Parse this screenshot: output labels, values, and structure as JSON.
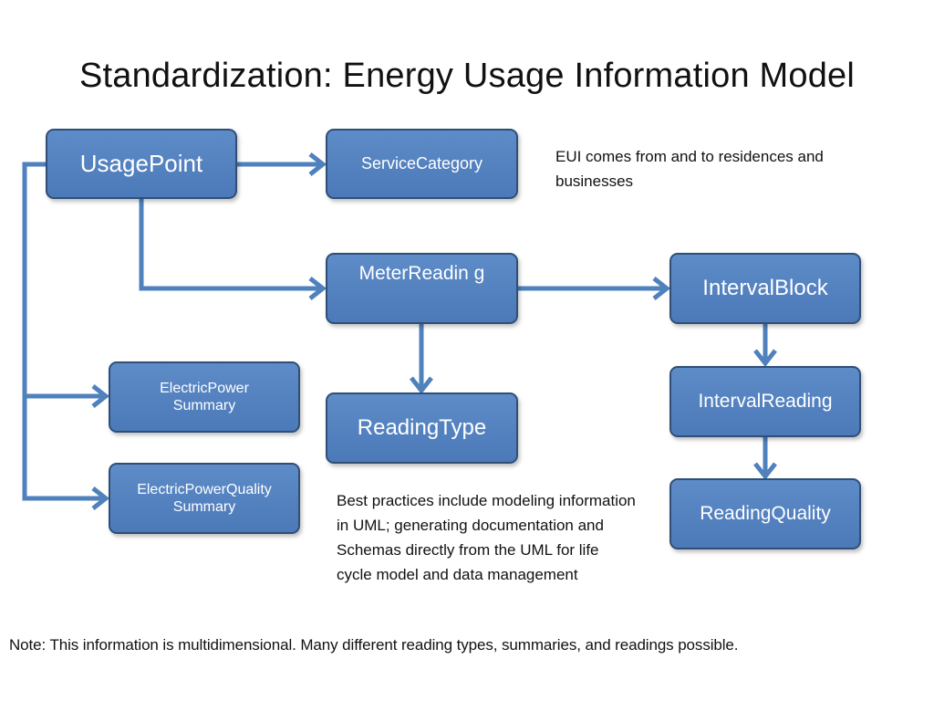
{
  "title": "Standardization: Energy Usage Information Model",
  "nodes": {
    "usage_point": "UsagePoint",
    "service_category": "ServiceCategory",
    "meter_reading": "MeterReadin g",
    "interval_block": "IntervalBlock",
    "electric_power_summary": "ElectricPower Summary",
    "reading_type": "ReadingType",
    "interval_reading": "IntervalReading",
    "electric_power_quality_summary": "ElectricPowerQuality Summary",
    "reading_quality": "ReadingQuality"
  },
  "notes": {
    "eui": "EUI comes from and to residences and businesses",
    "best_practices": "Best practices include modeling information in UML; generating documentation and Schemas directly from the UML for life cycle model and data management",
    "footer": "Note: This information is multidimensional. Many different reading types, summaries, and readings possible."
  },
  "colors": {
    "node_fill": "#4f81bd",
    "node_border": "#2f4f78",
    "connector": "#4f81bd"
  }
}
